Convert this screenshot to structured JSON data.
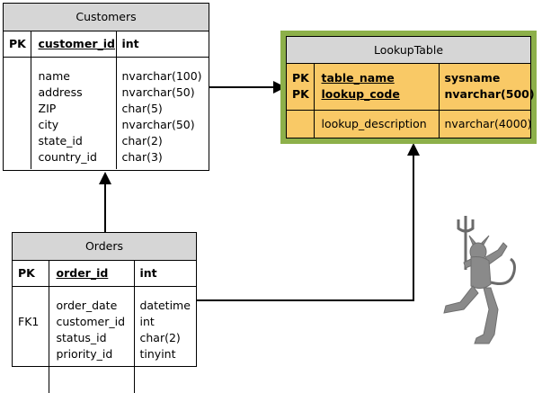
{
  "customers": {
    "title": "Customers",
    "pk_marker": "PK",
    "pk_field": "customer_id",
    "pk_type": "int",
    "fields": [
      "name",
      "address",
      "ZIP",
      "city",
      "state_id",
      "country_id"
    ],
    "types": [
      "nvarchar(100)",
      "nvarchar(50)",
      "char(5)",
      "nvarchar(50)",
      "char(2)",
      "char(3)"
    ]
  },
  "lookup": {
    "title": "LookupTable",
    "pk_markers": [
      "PK",
      "PK"
    ],
    "pk_fields": [
      "table_name",
      "lookup_code"
    ],
    "pk_types": [
      "sysname",
      "nvarchar(500)"
    ],
    "field": "lookup_description",
    "type": "nvarchar(4000)",
    "colors": {
      "outer": "#8db04a",
      "fill": "#f9c966",
      "header": "#d6d6d6"
    }
  },
  "orders": {
    "title": "Orders",
    "pk_marker": "PK",
    "pk_field": "order_id",
    "pk_type": "int",
    "fk_marker": "FK1",
    "fields": [
      "order_date",
      "customer_id",
      "status_id",
      "priority_id"
    ],
    "types": [
      "datetime",
      "int",
      "char(2)",
      "tinyint"
    ]
  },
  "decoration": {
    "icon": "dancing-devil-icon"
  }
}
